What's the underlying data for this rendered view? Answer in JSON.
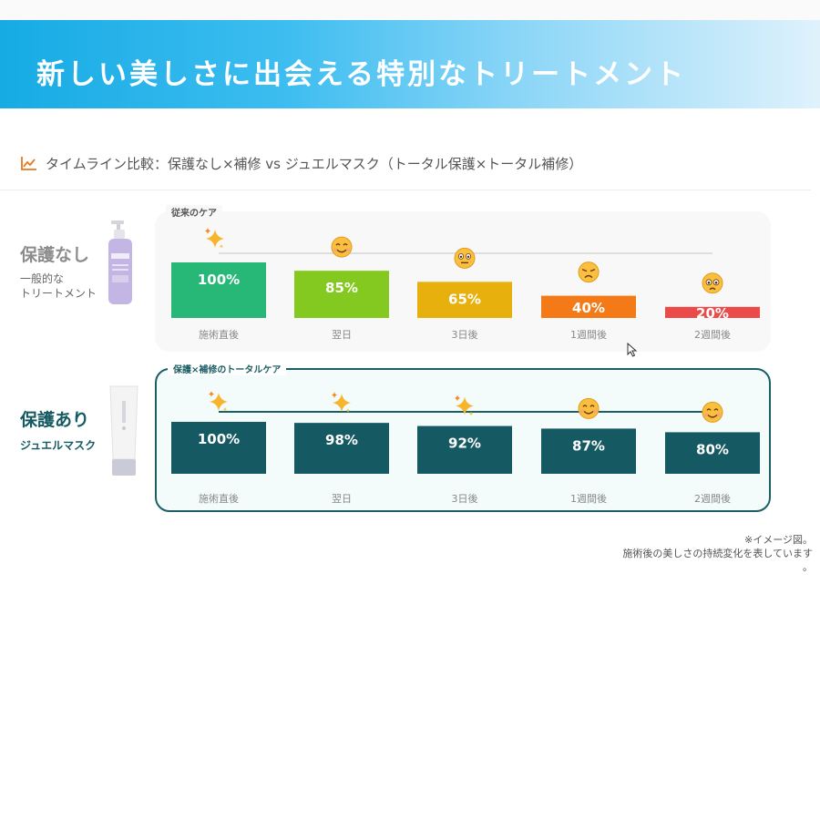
{
  "banner": {
    "title": "新しい美しさに出会える特別なトリートメント"
  },
  "subtitle": "タイムライン比較：保護なし×補修 vs ジュエルマスク（トータル保護×トータル補修）",
  "subtitle_icon": "line-chart-icon",
  "rows": {
    "without": {
      "label": "保護なし",
      "sub_line1": "一般的な",
      "sub_line2": "トリートメント",
      "panel_tag": "従来のケア",
      "product_icon": "lavender-pump-bottle-icon"
    },
    "with": {
      "label": "保護あり",
      "sub": "ジュエルマスク",
      "panel_tag": "保護×補修のトータルケア",
      "product_icon": "white-tube-icon"
    }
  },
  "note": {
    "line1": "※イメージ図。",
    "line2": "施術後の美しさの持続変化を表しています",
    "line3": "。"
  },
  "colors": {
    "without": [
      "#27b877",
      "#83c91f",
      "#e8b00c",
      "#f37a17",
      "#ea4a4a"
    ],
    "with": "#155a62",
    "accent": "#e8781e"
  },
  "chart_data": [
    {
      "type": "bar",
      "categories": [
        "施術直後",
        "翌日",
        "3日後",
        "1週間後",
        "2週間後"
      ],
      "values": [
        100,
        85,
        65,
        40,
        20
      ],
      "data_labels": [
        "100%",
        "85%",
        "65%",
        "40%",
        "20%"
      ],
      "markers": [
        "sparkle-icon",
        "smile-icon",
        "neutral-face-icon",
        "sad-face-icon",
        "worried-face-icon"
      ],
      "ylim": [
        0,
        100
      ]
    },
    {
      "type": "bar",
      "categories": [
        "施術直後",
        "翌日",
        "3日後",
        "1週間後",
        "2週間後"
      ],
      "values": [
        100,
        98,
        92,
        87,
        80
      ],
      "data_labels": [
        "100%",
        "98%",
        "92%",
        "87%",
        "80%"
      ],
      "markers": [
        "sparkle-icon",
        "sparkle-icon",
        "sparkle-icon",
        "smile-icon",
        "smile-icon"
      ],
      "ylim": [
        0,
        100
      ]
    }
  ]
}
